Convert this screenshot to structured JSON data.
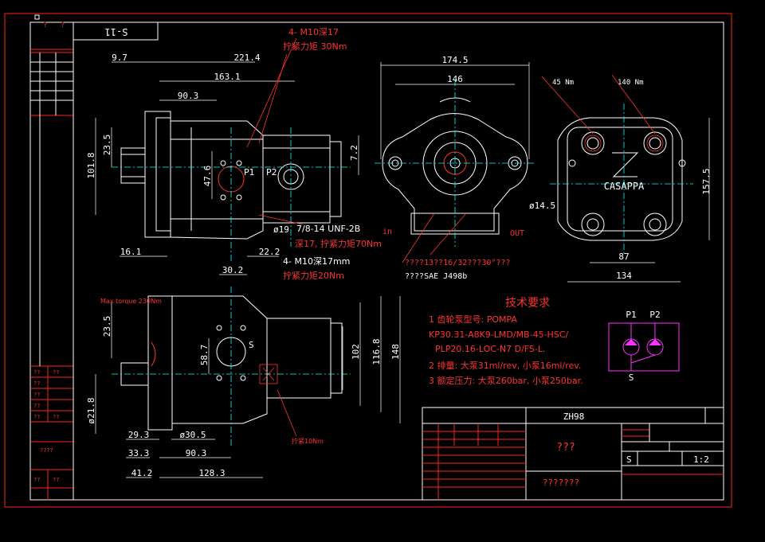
{
  "corner_mark": "?",
  "corner_mark2": "?",
  "drawing_no_rot": "S-11",
  "dims": {
    "d9_7": "9.7",
    "d221_4": "221.4",
    "d163_1": "163.1",
    "d90_3_top": "90.3",
    "d23_5_top": "23.5",
    "d101_8": "101.8",
    "d47_6": "47.6",
    "d7_2": "7.2",
    "d16_1": "16.1",
    "d22_2": "22.2",
    "d30_2": "30.2",
    "d19": "ø19",
    "d174_5": "174.5",
    "d146_top": "146",
    "d14_5": "ø14.5",
    "d157_5": "157.5",
    "d87": "87",
    "d134": "134",
    "d23_5_b": "23.5",
    "d58_7": "58.7",
    "d102": "102",
    "d116_8": "116.8",
    "d148": "148",
    "d21_8": "ø21.8",
    "d29_3": "29.3",
    "d30_5": "ø30.5",
    "d33_3": "33.3",
    "d90_3_b": "90.3",
    "d41_2": "41.2",
    "d128_3": "128.3"
  },
  "notes": {
    "m10_top": "4- M10深17",
    "torque30": "拧紧力矩 30Nm",
    "unf": "7/8-14 UNF-2B",
    "deep_torque70": "深17, 拧紧力矩70Nm",
    "m10_mid": "4- M10深17mm",
    "torque20": "拧紧力矩20Nm",
    "spline1": "????13??16/32???30°???",
    "spline2": "????SAE J498b",
    "max_torque": "Max torque 230Nm",
    "torque10": "拧紧10Nm",
    "p1": "P1",
    "p2": "P2",
    "s": "S",
    "in": "in",
    "out": "OUT",
    "nm45": "45 Nm",
    "nm140": "140 Nm",
    "brand": "CASAPPA"
  },
  "tech": {
    "title": "技术要求",
    "l1": "1  齿轮泵型号: POMPA",
    "l2": "KP30.31-A8K9-LMD/MB-45-HSC/",
    "l3": "PLP20.16-LOC-N7 D/FS-L.",
    "l4": "2  排量: 大泵31ml/rev, 小泵16ml/rev.",
    "l5": "3  额定压力: 大泵260bar, 小泵250bar."
  },
  "schematic": {
    "p1": "P1",
    "p2": "P2",
    "s": "S"
  },
  "title_block": {
    "code": "ZH98",
    "name": "???",
    "company": "???????",
    "scale": "1:2",
    "s_mark": "S"
  },
  "left_column": {
    "r1a": "??",
    "r1b": "??",
    "r2a": "??",
    "r3a": "??",
    "r4a": "??",
    "r5a": "??",
    "r5b": "??",
    "r6": "????",
    "r7a": "??",
    "r7b": "??"
  }
}
